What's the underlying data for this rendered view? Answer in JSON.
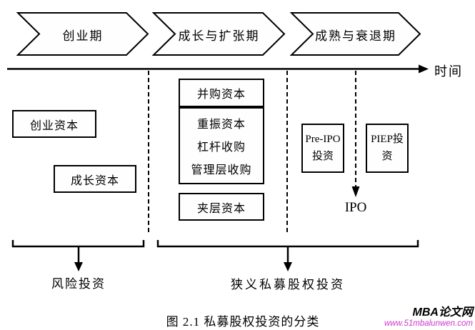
{
  "figure": {
    "phases": [
      {
        "label": "创业期"
      },
      {
        "label": "成长与扩张期"
      },
      {
        "label": "成熟与衰退期"
      }
    ],
    "timeline": {
      "label": "时间"
    },
    "boxes": {
      "venture_capital": {
        "label": "创业资本"
      },
      "growth_capital": {
        "label": "成长资本"
      },
      "merger_capital": {
        "label": "并购资本"
      },
      "buyout_group": {
        "rows": [
          "重振资本",
          "杠杆收购",
          "管理层收购"
        ]
      },
      "mezzanine_capital": {
        "label": "夹层资本"
      },
      "pre_ipo": {
        "line1": "Pre-IPO",
        "line2": "投资"
      },
      "piep": {
        "line1": "PIEP投",
        "line2": "资"
      }
    },
    "ipo": {
      "label": "IPO"
    },
    "brackets": {
      "venture_investment": {
        "label": "风险投资"
      },
      "narrow_pe": {
        "label": "狭义私募股权投资"
      }
    },
    "caption": "图 2.1 私募股权投资的分类",
    "watermark": {
      "site_name": "MBA论文网",
      "site_url": "www.51mbalunwen.com"
    },
    "colors": {
      "line": "#000000",
      "background": "#ffffff",
      "watermark_url": "#c93ac9"
    }
  }
}
